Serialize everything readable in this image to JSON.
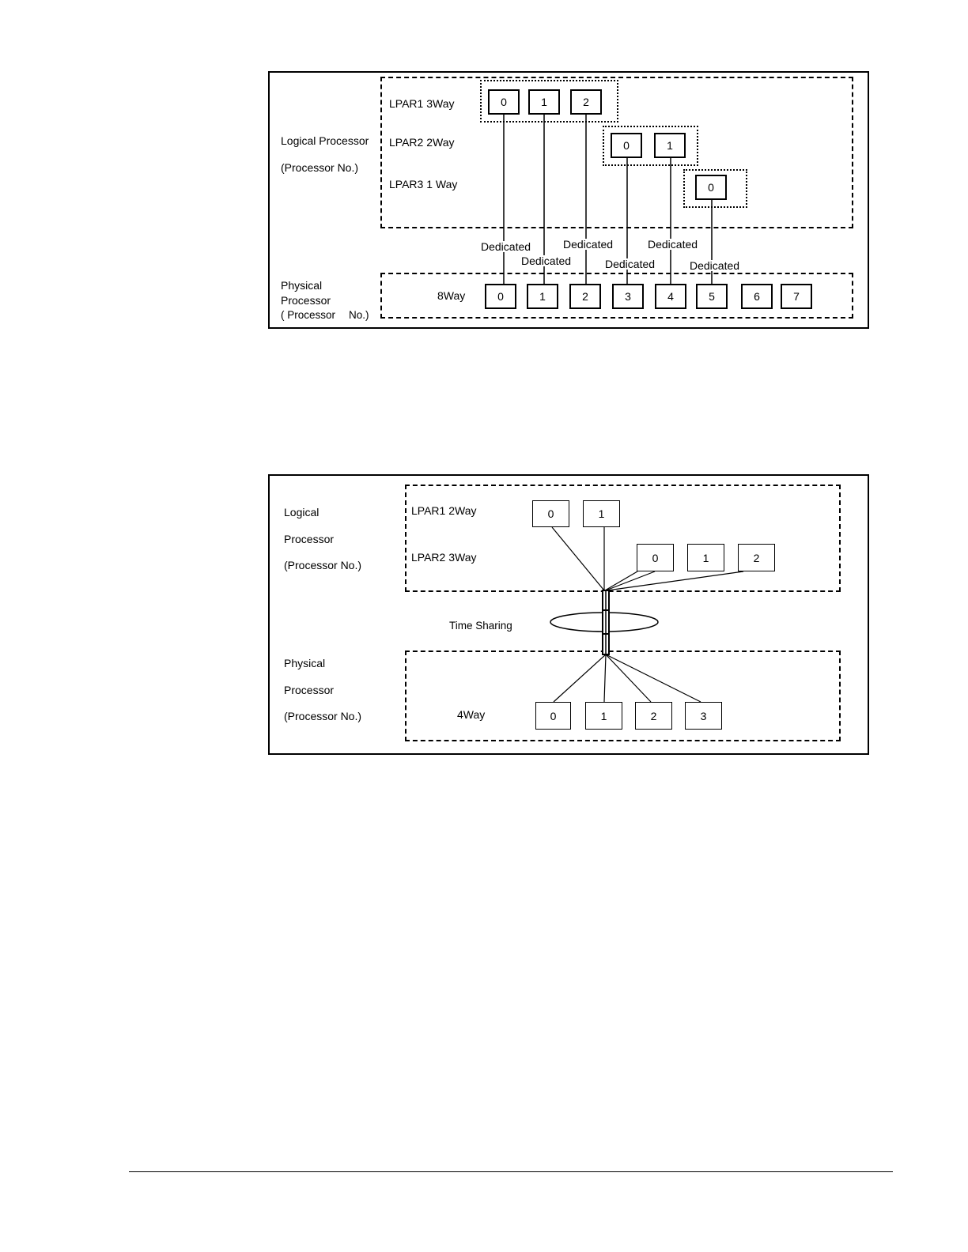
{
  "figure1": {
    "logical_label": "Logical Processor",
    "logical_sublabel": "(Processor No.)",
    "lpars": [
      {
        "label": "LPAR1 3Way",
        "processors": [
          "0",
          "1",
          "2"
        ]
      },
      {
        "label": "LPAR2 2Way",
        "processors": [
          "0",
          "1"
        ]
      },
      {
        "label": "LPAR3 1 Way",
        "processors": [
          "0"
        ]
      }
    ],
    "physical_label_1": "Physical",
    "physical_label_2": "Processor",
    "physical_label_3a": "( Processor",
    "physical_label_3b": "No.)",
    "physical_way": "8Way",
    "physical_processors": [
      "0",
      "1",
      "2",
      "3",
      "4",
      "5",
      "6",
      "7"
    ],
    "connection_label": "Dedicated"
  },
  "figure2": {
    "logical_label_1": "Logical",
    "logical_label_2": "Processor",
    "logical_label_3": "(Processor No.)",
    "lpars": [
      {
        "label": "LPAR1 2Way",
        "processors": [
          "0",
          "1"
        ]
      },
      {
        "label": "LPAR2 3Way",
        "processors": [
          "0",
          "1",
          "2"
        ]
      }
    ],
    "sharing_label": "Time Sharing",
    "physical_label_1": "Physical",
    "physical_label_2": "Processor",
    "physical_label_3": "(Processor No.)",
    "physical_way": "4Way",
    "physical_processors": [
      "0",
      "1",
      "2",
      "3"
    ]
  }
}
